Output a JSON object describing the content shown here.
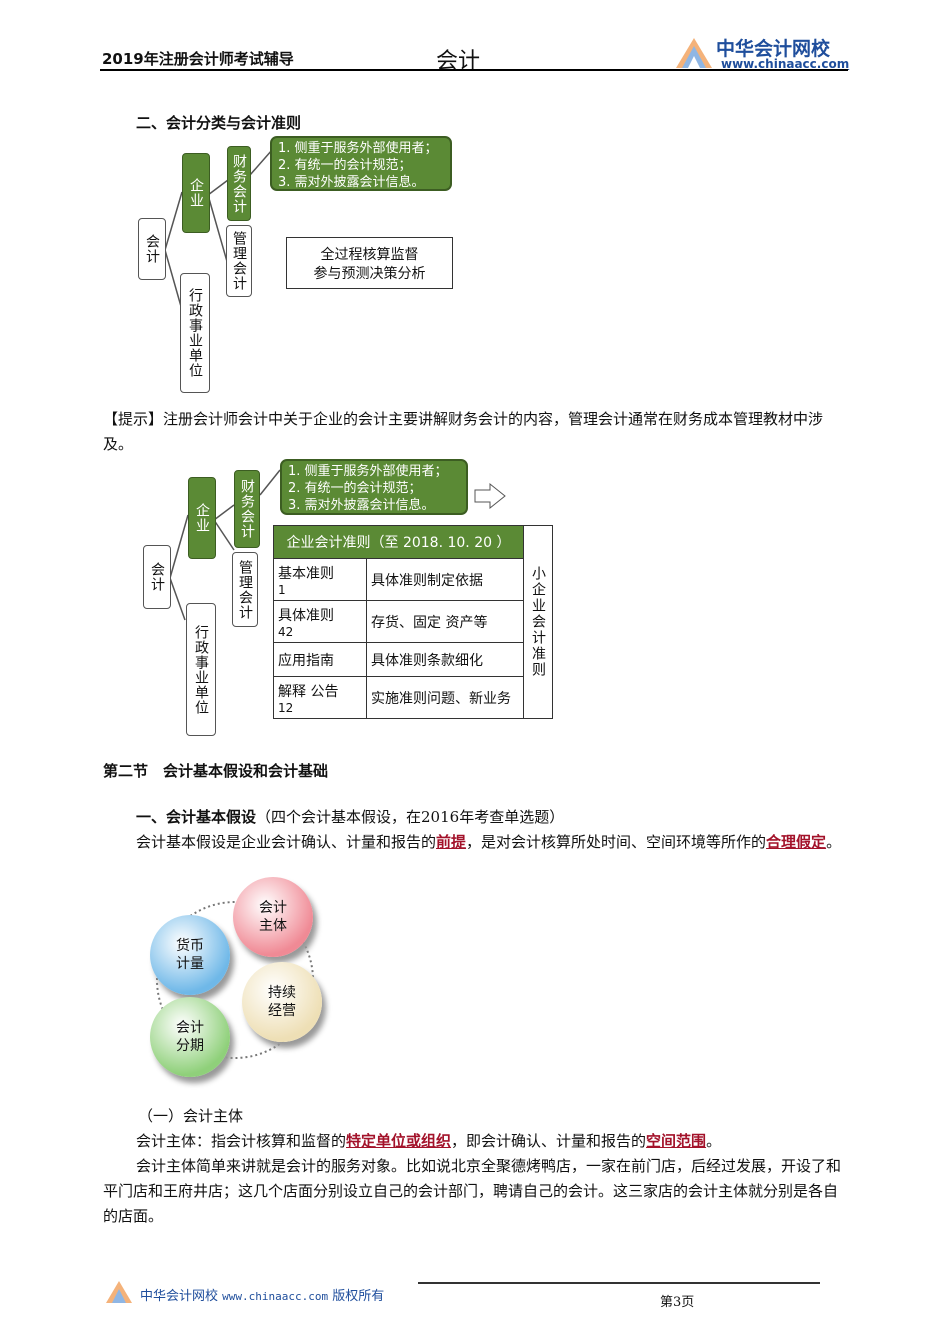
{
  "header": {
    "left": "2019年注册会计师考试辅导",
    "center": "会计",
    "logo_name": "中华会计网校",
    "logo_url": "www.chinaacc.com"
  },
  "section1": {
    "title": "二、会计分类与会计准则"
  },
  "diagram1": {
    "root": "会计",
    "enterprise": "企业",
    "financial": "财务会计",
    "management": "管理会计",
    "gov": "行政事业单位",
    "features": [
      "1. 侧重于服务外部使用者；",
      "2. 有统一的会计规范；",
      "3. 需对外披露会计信息。"
    ],
    "mgmt_desc": [
      "全过程核算监督",
      "参与预测决策分析"
    ]
  },
  "tip": {
    "label": "【提示】",
    "text": "注册会计师会计中关于企业的会计主要讲解财务会计的内容，管理会计通常在财务成本管理教材中涉及。"
  },
  "diagram2": {
    "root": "会计",
    "enterprise": "企业",
    "financial": "财务会计",
    "management": "管理会计",
    "gov": "行政事业单位",
    "features": [
      "1. 侧重于服务外部使用者；",
      "2. 有统一的会计规范；",
      "3. 需对外披露会计信息。"
    ],
    "table_title": "企业会计准则（至 2018. 10. 20 ）",
    "side": "小企业会计准则",
    "rows": [
      {
        "name": "基本准则",
        "count": "1",
        "desc": "具体准则制定依据"
      },
      {
        "name": "具体准则",
        "count": "42",
        "desc": "存货、固定 资产等"
      },
      {
        "name": "应用指南",
        "count": "",
        "desc": "具体准则条款细化"
      },
      {
        "name": "解释 公告",
        "count": "12",
        "desc": "实施准则问题、新业务"
      }
    ]
  },
  "section2": {
    "title": "第二节　会计基本假设和会计基础"
  },
  "assumptions": {
    "title": "一、会计基本假设",
    "note": "（四个会计基本假设，在2016年考查单选题）",
    "p1_a": "会计基本假设是企业会计确认、计量和报告的",
    "p1_hl1": "前提",
    "p1_b": "，是对会计核算所处时间、空间环境等所作的",
    "p1_hl2": "合理假定",
    "p1_c": "。",
    "circles": [
      {
        "label": "会计\n主体",
        "color": "#f08a95"
      },
      {
        "label": "货币\n计量",
        "color": "#6fb8e8"
      },
      {
        "label": "持续\n经营",
        "color": "#eedfb5"
      },
      {
        "label": "会计\n分期",
        "color": "#8fd07a"
      }
    ]
  },
  "entity": {
    "title": "（一）会计主体",
    "def_a": "会计主体：指会计核算和监督的",
    "def_hl1": "特定单位或组织",
    "def_b": "，即会计确认、计量和报告的",
    "def_hl2": "空间范围",
    "def_c": "。",
    "para": "会计主体简单来讲就是会计的服务对象。比如说北京全聚德烤鸭店，一家在前门店，后经过发展，开设了和平门店和王府井店；这几个店面分别设立自己的会计部门，聘请自己的会计。这三家店的会计主体就分别是各自的店面。"
  },
  "footer": {
    "brand": "中华会计网校",
    "url": "www.chinaacc.com",
    "rights": "版权所有",
    "page": "第3页"
  }
}
